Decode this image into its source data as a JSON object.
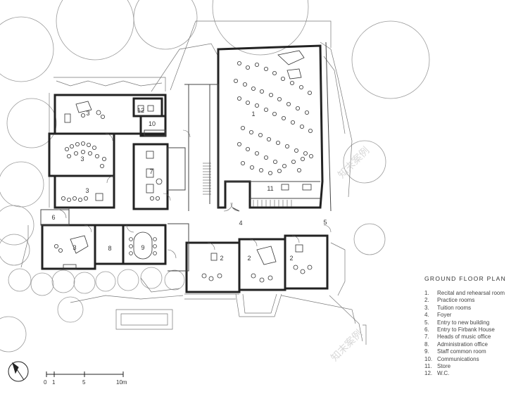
{
  "legend": {
    "title": "GROUND FLOOR PLAN",
    "items": [
      {
        "num": "1.",
        "label": "Recital and rehearsal room"
      },
      {
        "num": "2.",
        "label": "Practice rooms"
      },
      {
        "num": "3.",
        "label": "Tuition rooms"
      },
      {
        "num": "4.",
        "label": "Foyer"
      },
      {
        "num": "5.",
        "label": "Entry to new building"
      },
      {
        "num": "6.",
        "label": "Entry to Firbank House"
      },
      {
        "num": "7.",
        "label": "Heads of music office"
      },
      {
        "num": "8.",
        "label": "Administration office"
      },
      {
        "num": "9.",
        "label": "Staff common room"
      },
      {
        "num": "10.",
        "label": "Communications"
      },
      {
        "num": "11.",
        "label": "Store"
      },
      {
        "num": "12.",
        "label": "W.C."
      }
    ]
  },
  "rooms": {
    "r1": "1",
    "r2a": "2",
    "r2b": "2",
    "r2c": "2",
    "r3a": "3",
    "r3b": "3",
    "r3c": "3",
    "r3d": "3",
    "r4": "4",
    "r5": "5",
    "r6": "6",
    "r7": "7",
    "r8": "8",
    "r9": "9",
    "r10": "10",
    "r11": "11",
    "r12": "12"
  },
  "scale": {
    "t0": "0",
    "t1": "1",
    "t5": "5",
    "t10": "10m"
  },
  "watermark": "知末案例",
  "colors": {
    "wall": "#222222",
    "line": "#555555",
    "tree": "#9a9a9a",
    "background": "#ffffff"
  }
}
